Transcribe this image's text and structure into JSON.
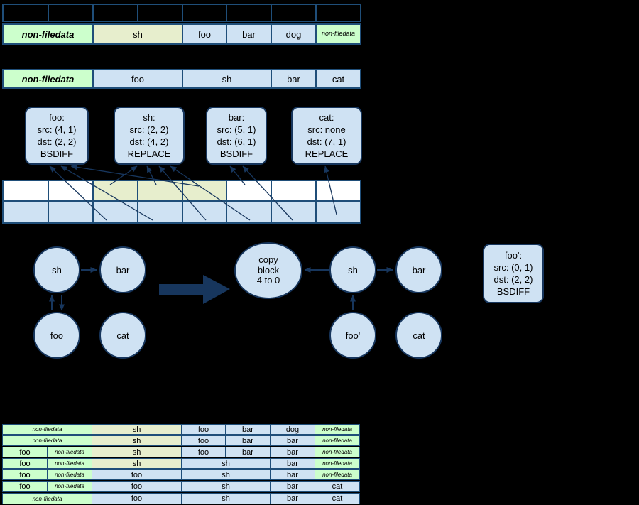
{
  "colors": {
    "background": "#000000",
    "border": "#1f4e79",
    "arrow": "#17365d",
    "cell_blue": "#cfe2f3",
    "cell_green": "#ccffcc",
    "cell_tan": "#e7eecd",
    "cell_white": "#ffffff"
  },
  "old_fs": {
    "header_cells": [
      {
        "label": "",
        "span": 1,
        "style": "empty"
      },
      {
        "label": "",
        "span": 1,
        "style": "empty"
      },
      {
        "label": "",
        "span": 1,
        "style": "empty"
      },
      {
        "label": "",
        "span": 1,
        "style": "empty"
      },
      {
        "label": "",
        "span": 1,
        "style": "empty"
      },
      {
        "label": "",
        "span": 1,
        "style": "empty"
      },
      {
        "label": "",
        "span": 1,
        "style": "empty"
      },
      {
        "label": "",
        "span": 1,
        "style": "empty"
      }
    ],
    "cells": [
      {
        "label": "non-filedata",
        "span": 2,
        "style": "green italic bold"
      },
      {
        "label": "sh",
        "span": 2,
        "style": "tan"
      },
      {
        "label": "foo",
        "span": 1,
        "style": "blue"
      },
      {
        "label": "bar",
        "span": 1,
        "style": "blue"
      },
      {
        "label": "dog",
        "span": 1,
        "style": "blue"
      },
      {
        "label": "non-filedata",
        "span": 1,
        "style": "green italic small"
      }
    ]
  },
  "new_fs": {
    "cells": [
      {
        "label": "non-filedata",
        "span": 2,
        "style": "green italic bold"
      },
      {
        "label": "foo",
        "span": 2,
        "style": "blue"
      },
      {
        "label": "sh",
        "span": 2,
        "style": "blue"
      },
      {
        "label": "bar",
        "span": 1,
        "style": "blue"
      },
      {
        "label": "cat",
        "span": 1,
        "style": "blue"
      }
    ]
  },
  "operations": [
    {
      "name": "foo",
      "lines": [
        "foo:",
        "src: (4, 1)",
        "dst: (2, 2)",
        "BSDIFF"
      ]
    },
    {
      "name": "sh",
      "lines": [
        "sh:",
        "src: (2, 2)",
        "dst: (4, 2)",
        "REPLACE"
      ]
    },
    {
      "name": "bar",
      "lines": [
        "bar:",
        "src: (5, 1)",
        "dst: (6, 1)",
        "BSDIFF"
      ]
    },
    {
      "name": "cat",
      "lines": [
        "cat:",
        "src: none",
        "dst: (7, 1)",
        "REPLACE"
      ]
    }
  ],
  "block_rows": {
    "src_cells": [
      {
        "label": "",
        "span": 1,
        "style": "white"
      },
      {
        "label": "",
        "span": 1,
        "style": "white"
      },
      {
        "label": "",
        "span": 1,
        "style": "tan"
      },
      {
        "label": "",
        "span": 1,
        "style": "tan"
      },
      {
        "label": "",
        "span": 1,
        "style": "tan"
      },
      {
        "label": "",
        "span": 1,
        "style": "white"
      },
      {
        "label": "",
        "span": 1,
        "style": "white"
      },
      {
        "label": "",
        "span": 1,
        "style": "white"
      }
    ],
    "dst_cells": [
      {
        "label": "",
        "span": 1,
        "style": "blue"
      },
      {
        "label": "",
        "span": 1,
        "style": "blue"
      },
      {
        "label": "",
        "span": 1,
        "style": "blue"
      },
      {
        "label": "",
        "span": 1,
        "style": "blue"
      },
      {
        "label": "",
        "span": 1,
        "style": "blue"
      },
      {
        "label": "",
        "span": 1,
        "style": "blue"
      },
      {
        "label": "",
        "span": 1,
        "style": "blue"
      },
      {
        "label": "",
        "span": 1,
        "style": "blue"
      }
    ]
  },
  "graphs": {
    "before": {
      "sh": "sh",
      "bar": "bar",
      "foo": "foo",
      "cat": "cat"
    },
    "after": {
      "copy_lines": [
        "copy",
        "block",
        "4 to 0"
      ],
      "sh": "sh",
      "bar": "bar",
      "foo_prime": "foo'",
      "cat": "cat"
    }
  },
  "foo_prime_op": {
    "lines": [
      "foo':",
      "src: (0, 1)",
      "dst: (2, 2)",
      "BSDIFF"
    ]
  },
  "sequence": {
    "rows": [
      {
        "cells": [
          {
            "label": "non-filedata",
            "span": 2,
            "style": "green italic tiny"
          },
          {
            "label": "sh",
            "span": 2,
            "style": "tan"
          },
          {
            "label": "foo",
            "span": 1,
            "style": "blue"
          },
          {
            "label": "bar",
            "span": 1,
            "style": "blue"
          },
          {
            "label": "dog",
            "span": 1,
            "style": "blue"
          },
          {
            "label": "non-filedata",
            "span": 1,
            "style": "green italic tiny"
          }
        ]
      },
      {
        "cells": [
          {
            "label": "non-filedata",
            "span": 2,
            "style": "green italic tiny"
          },
          {
            "label": "sh",
            "span": 2,
            "style": "tan"
          },
          {
            "label": "foo",
            "span": 1,
            "style": "blue"
          },
          {
            "label": "bar",
            "span": 1,
            "style": "blue"
          },
          {
            "label": "bar",
            "span": 1,
            "style": "blue"
          },
          {
            "label": "non-filedata",
            "span": 1,
            "style": "green italic tiny"
          }
        ]
      },
      {
        "cells": [
          {
            "label": "foo",
            "span": 1,
            "style": "green"
          },
          {
            "label": "non-filedata",
            "span": 1,
            "style": "green italic tiny"
          },
          {
            "label": "sh",
            "span": 2,
            "style": "tan"
          },
          {
            "label": "foo",
            "span": 1,
            "style": "blue"
          },
          {
            "label": "bar",
            "span": 1,
            "style": "blue"
          },
          {
            "label": "bar",
            "span": 1,
            "style": "blue"
          },
          {
            "label": "non-filedata",
            "span": 1,
            "style": "green italic tiny"
          }
        ]
      },
      {
        "cells": [
          {
            "label": "foo",
            "span": 1,
            "style": "green"
          },
          {
            "label": "non-filedata",
            "span": 1,
            "style": "green italic tiny"
          },
          {
            "label": "sh",
            "span": 2,
            "style": "tan"
          },
          {
            "label": "sh",
            "span": 2,
            "style": "blue"
          },
          {
            "label": "bar",
            "span": 1,
            "style": "blue"
          },
          {
            "label": "non-filedata",
            "span": 1,
            "style": "green italic tiny"
          }
        ]
      },
      {
        "cells": [
          {
            "label": "foo",
            "span": 1,
            "style": "green"
          },
          {
            "label": "non-filedata",
            "span": 1,
            "style": "green italic tiny"
          },
          {
            "label": "foo",
            "span": 2,
            "style": "blue"
          },
          {
            "label": "sh",
            "span": 2,
            "style": "blue"
          },
          {
            "label": "bar",
            "span": 1,
            "style": "blue"
          },
          {
            "label": "non-filedata",
            "span": 1,
            "style": "green italic tiny"
          }
        ]
      },
      {
        "cells": [
          {
            "label": "foo",
            "span": 1,
            "style": "green"
          },
          {
            "label": "non-filedata",
            "span": 1,
            "style": "green italic tiny"
          },
          {
            "label": "foo",
            "span": 2,
            "style": "blue"
          },
          {
            "label": "sh",
            "span": 2,
            "style": "blue"
          },
          {
            "label": "bar",
            "span": 1,
            "style": "blue"
          },
          {
            "label": "cat",
            "span": 1,
            "style": "blue"
          }
        ]
      },
      {
        "cells": [
          {
            "label": "non-filedata",
            "span": 2,
            "style": "green italic tiny"
          },
          {
            "label": "foo",
            "span": 2,
            "style": "blue"
          },
          {
            "label": "sh",
            "span": 2,
            "style": "blue"
          },
          {
            "label": "bar",
            "span": 1,
            "style": "blue"
          },
          {
            "label": "cat",
            "span": 1,
            "style": "blue"
          }
        ]
      }
    ]
  }
}
